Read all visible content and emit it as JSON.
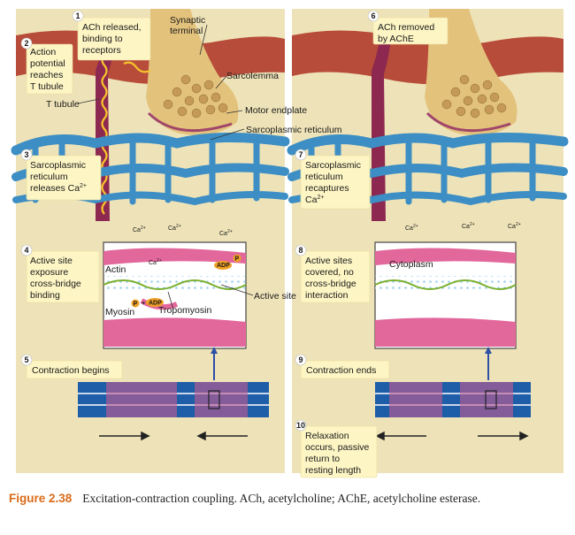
{
  "steps": [
    {
      "n": "1",
      "lines": [
        "ACh released,",
        "binding to",
        "receptors"
      ]
    },
    {
      "n": "2",
      "lines": [
        "Action",
        "potential",
        "reaches",
        "T tubule"
      ]
    },
    {
      "n": "3",
      "lines": [
        "Sarcoplasmic",
        "reticulum",
        "releases Ca"
      ],
      "sup": "2+"
    },
    {
      "n": "4",
      "lines": [
        "Active site",
        "exposure",
        "cross-bridge",
        "binding"
      ]
    },
    {
      "n": "5",
      "lines": [
        "Contraction begins"
      ]
    },
    {
      "n": "6",
      "lines": [
        "ACh removed",
        "by AChE"
      ]
    },
    {
      "n": "7",
      "lines": [
        "Sarcoplasmic",
        "reticulum",
        "recaptures",
        "Ca"
      ],
      "sup": "2+"
    },
    {
      "n": "8",
      "lines": [
        "Active sites",
        "covered, no",
        "cross-bridge",
        "interaction"
      ]
    },
    {
      "n": "9",
      "lines": [
        "Contraction ends"
      ]
    },
    {
      "n": "10",
      "lines": [
        "Relaxation",
        "occurs, passive",
        "return to",
        "resting length"
      ]
    }
  ],
  "labels": {
    "synaptic_terminal": [
      "Synaptic",
      "terminal"
    ],
    "sarcolemma": "Sarcolemma",
    "t_tubule": "T tubule",
    "motor_endplate": "Motor endplate",
    "sarcoplasmic_reticulum": "Sarcoplasmic reticulum",
    "actin": "Actin",
    "myosin": "Myosin",
    "tropomyosin": "Tropomyosin",
    "active_site": "Active site",
    "cytoplasm": "Cytoplasm",
    "calcium": "Ca",
    "calcium_sup": "2+",
    "adp": "ADP",
    "p": "P",
    "plus": "+"
  },
  "caption": {
    "figure": "Figure 2.38",
    "text": "Excitation-contraction coupling. ACh, acetylcholine; AChE, acetylcholine esterase."
  },
  "colors": {
    "background_panel": "#eee3b8",
    "muscle": "#b84c3a",
    "nerve": "#e3c27c",
    "reticulum": "#3d8ec4",
    "t_tubule": "#8d2850",
    "filament": "#e2679b",
    "caption_accent": "#d96b1a"
  }
}
